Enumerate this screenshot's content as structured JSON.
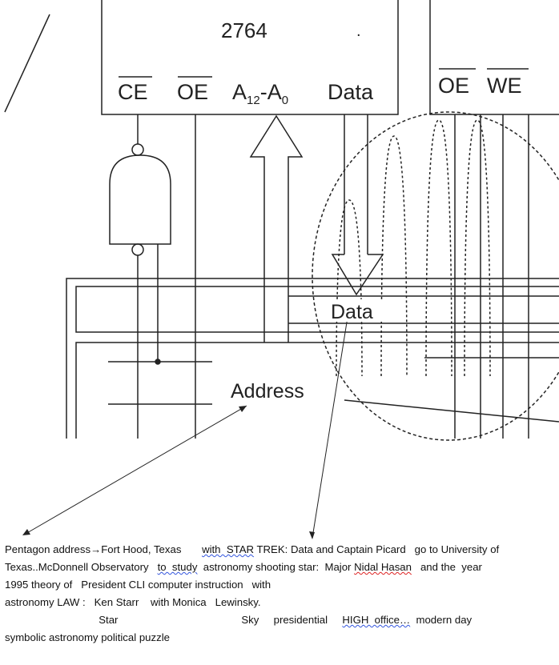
{
  "diagram": {
    "chip_number": "2764",
    "chip_dot": ".",
    "pins": {
      "ce": "CE",
      "oe": "OE",
      "addr_a": "A",
      "addr_sub1": "12",
      "addr_dash": "-A",
      "addr_sub2": "0",
      "data": "Data"
    },
    "right_chip_pins": {
      "oe": "OE",
      "we": "WE"
    },
    "bus_data_label": "Data",
    "bus_address_label": "Address"
  },
  "text": {
    "l1a": "Pentagon address",
    "l1arrow": "→",
    "l1b": "Fort Hood, Texas       ",
    "l1c": "with  STAR",
    "l1d": " TREK: Data and Captain Picard   go to University of",
    "l2a": "Texas..McDonnell Observatory   ",
    "l2b": "to  study",
    "l2c": "  astronomy shooting star:  Major ",
    "l2d": "Nidal Hasan",
    "l2e": "   and the  year",
    "l3": "1995 theory of   President CLI computer instruction   with",
    "l4": "astronomy LAW :   Ken Starr    with Monica   Lewinsky.",
    "l5a": "                                Star                                          Sky     presidential     ",
    "l5b": "HIGH  office…",
    "l5c": "  modern day",
    "l6": "symbolic astronomy political puzzle"
  }
}
